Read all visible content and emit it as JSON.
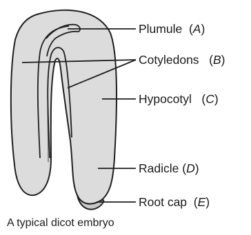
{
  "labels": [
    {
      "name": "Plumule",
      "letter": "A"
    },
    {
      "name": "Cotyledons",
      "letter": "B"
    },
    {
      "name": "Hypocotyl",
      "letter": "C"
    },
    {
      "name": "Radicle",
      "letter": "D"
    },
    {
      "name": "Root cap",
      "letter": "E"
    }
  ],
  "caption": "A typical dicot embryo",
  "colors": {
    "embryo_fill": "#dcdcdc",
    "root_cap_fill": "#c8c8c8",
    "outline": "#1e1e1e",
    "background": "#ffffff"
  }
}
